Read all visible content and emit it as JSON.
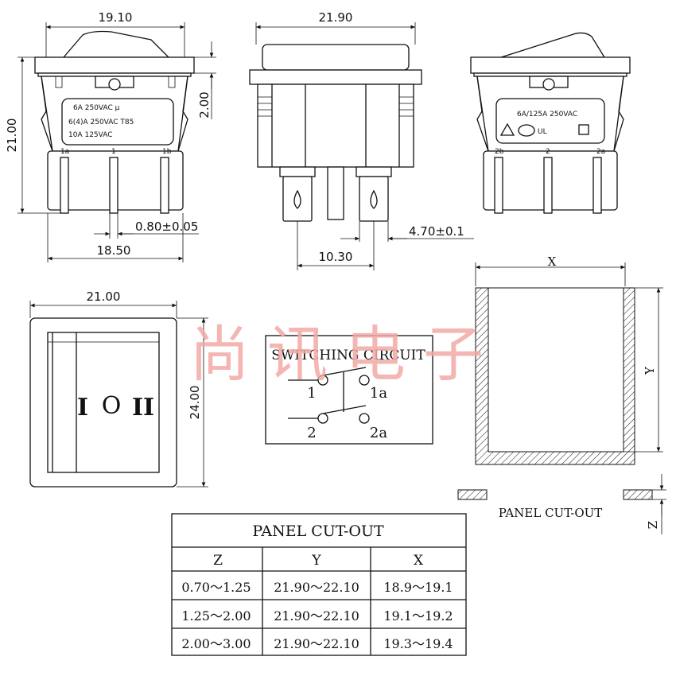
{
  "dimensions": {
    "front_width": "19.10",
    "front_height": "21.00",
    "step_height": "2.00",
    "pin_width": "0.80±0.05",
    "pin_span": "18.50",
    "side_width": "21.90",
    "terminal_width": "4.70±0.1",
    "terminal_pitch": "10.30",
    "top_width": "21.00",
    "top_height": "24.00",
    "cutout_x": "X",
    "cutout_y": "Y",
    "cutout_z": "Z"
  },
  "front_label": {
    "line1": "6A 250VAC μ",
    "line2": "6(4)A 250VAC T85",
    "line3": "10A 125VAC"
  },
  "front_pins": [
    "1a",
    "1",
    "1b"
  ],
  "back_label": {
    "line1": "6A/125A 250VAC"
  },
  "back_pins": [
    "2b",
    "2",
    "2a"
  ],
  "top_symbols": {
    "left": "I",
    "middle": "O",
    "right": "II"
  },
  "switching_circuit": {
    "title": "SWITCHING CIRCUIT",
    "terminals": [
      "1",
      "1a",
      "2",
      "2a"
    ]
  },
  "panel_cutout_caption": "PANEL CUT-OUT",
  "watermark": "尚讯电子",
  "table": {
    "title": "PANEL CUT-OUT",
    "headers": [
      "Z",
      "Y",
      "X"
    ],
    "rows": [
      [
        "0.70～1.25",
        "21.90～22.10",
        "18.9～19.1"
      ],
      [
        "1.25～2.00",
        "21.90～22.10",
        "19.1～19.2"
      ],
      [
        "2.00～3.00",
        "21.90～22.10",
        "19.3～19.4"
      ]
    ]
  }
}
